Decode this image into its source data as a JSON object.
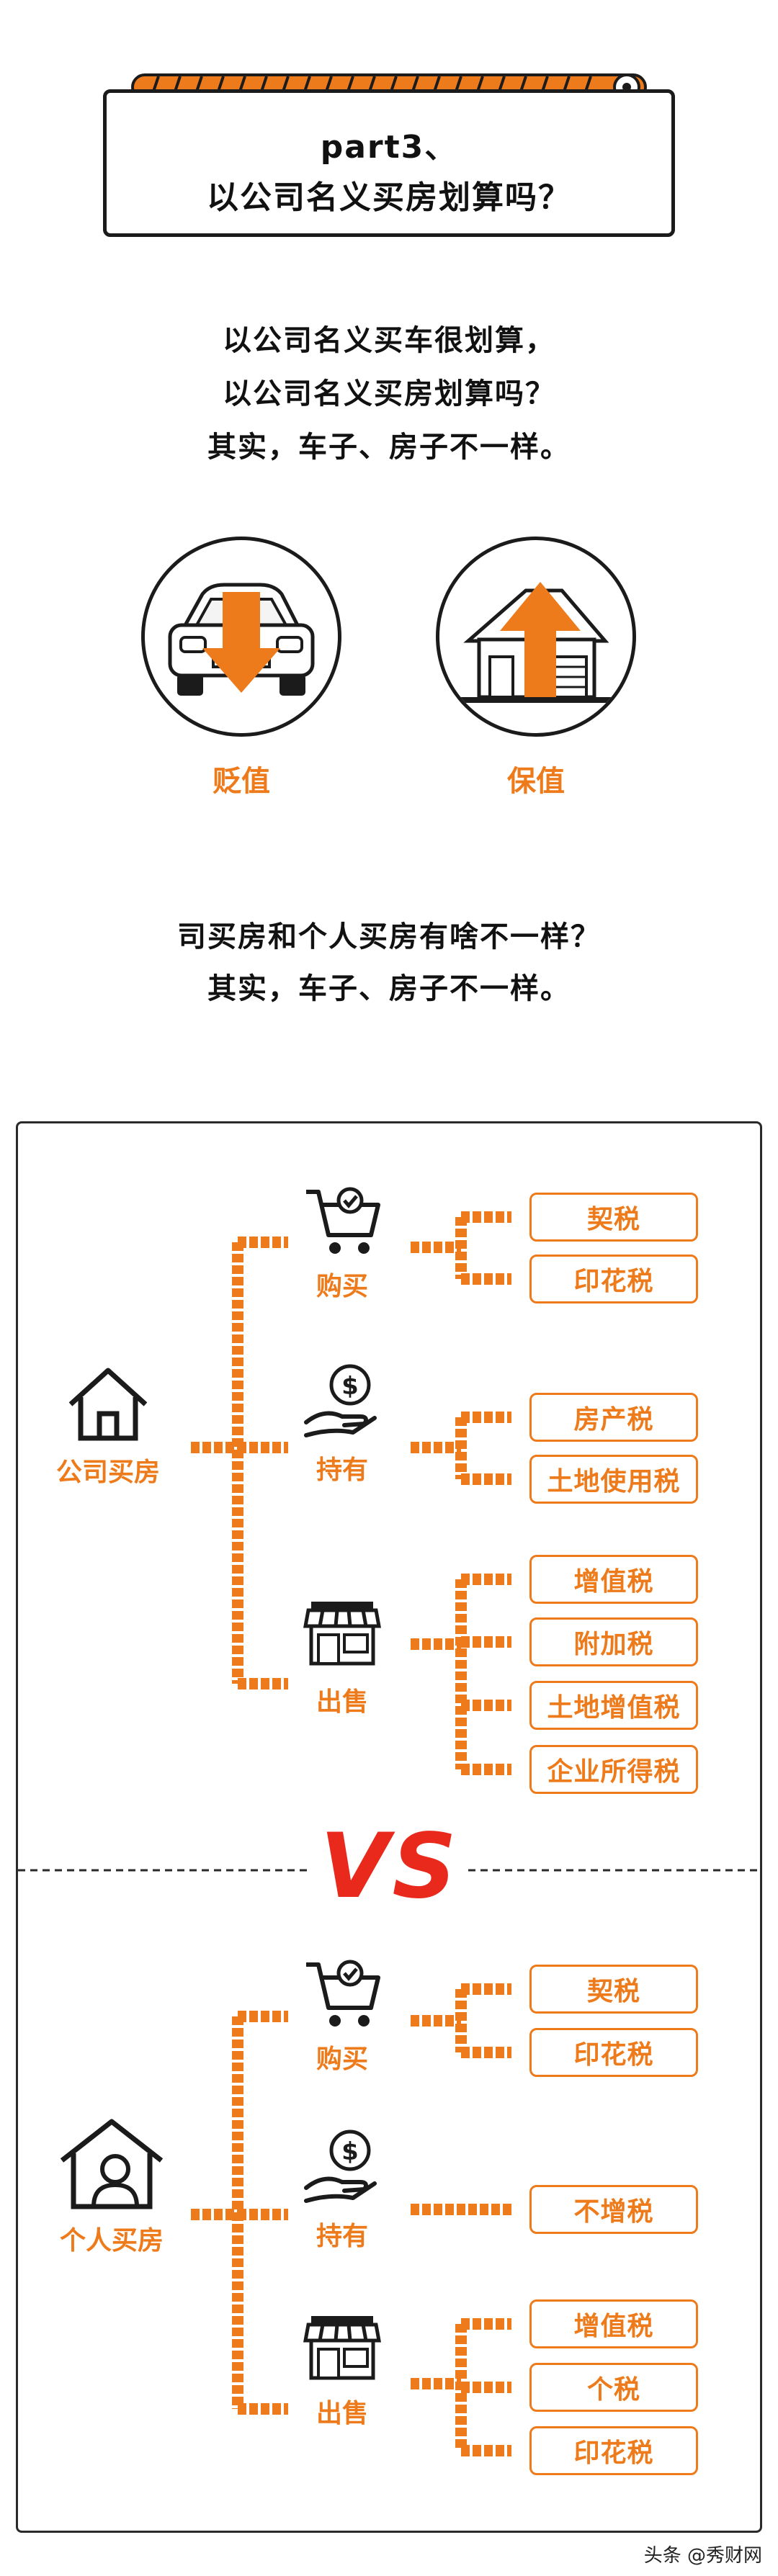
{
  "header": {
    "title_line1": "part3、",
    "title_line2": "以公司名义买房划算吗？"
  },
  "intro": {
    "line1": "以公司名义买车很划算，",
    "line2": "以公司名义买房划算吗？",
    "line3": "其实，车子、房子不一样。"
  },
  "comparison": {
    "car_label": "贬值",
    "house_label": "保值"
  },
  "middle": {
    "line1": "司买房和个人买房有啥不一样？",
    "line2": "其实，车子、房子不一样。"
  },
  "company": {
    "root_label": "公司买房",
    "buy_label": "购买",
    "hold_label": "持有",
    "sell_label": "出售",
    "buy_taxes": [
      "契税",
      "印花税"
    ],
    "hold_taxes": [
      "房产税",
      "土地使用税"
    ],
    "sell_taxes": [
      "增值税",
      "附加税",
      "土地增值税",
      "企业所得税"
    ]
  },
  "vs_text": "VS",
  "personal": {
    "root_label": "个人买房",
    "buy_label": "购买",
    "hold_label": "持有",
    "sell_label": "出售",
    "buy_taxes": [
      "契税",
      "印花税"
    ],
    "hold_taxes": [
      "不增税"
    ],
    "sell_taxes": [
      "增值税",
      "个税",
      "印花税"
    ]
  },
  "watermark": "头条 @秀财网",
  "colors": {
    "accent": "#ee7b1b",
    "vs": "#e8291c",
    "ink": "#1b1b1b"
  }
}
